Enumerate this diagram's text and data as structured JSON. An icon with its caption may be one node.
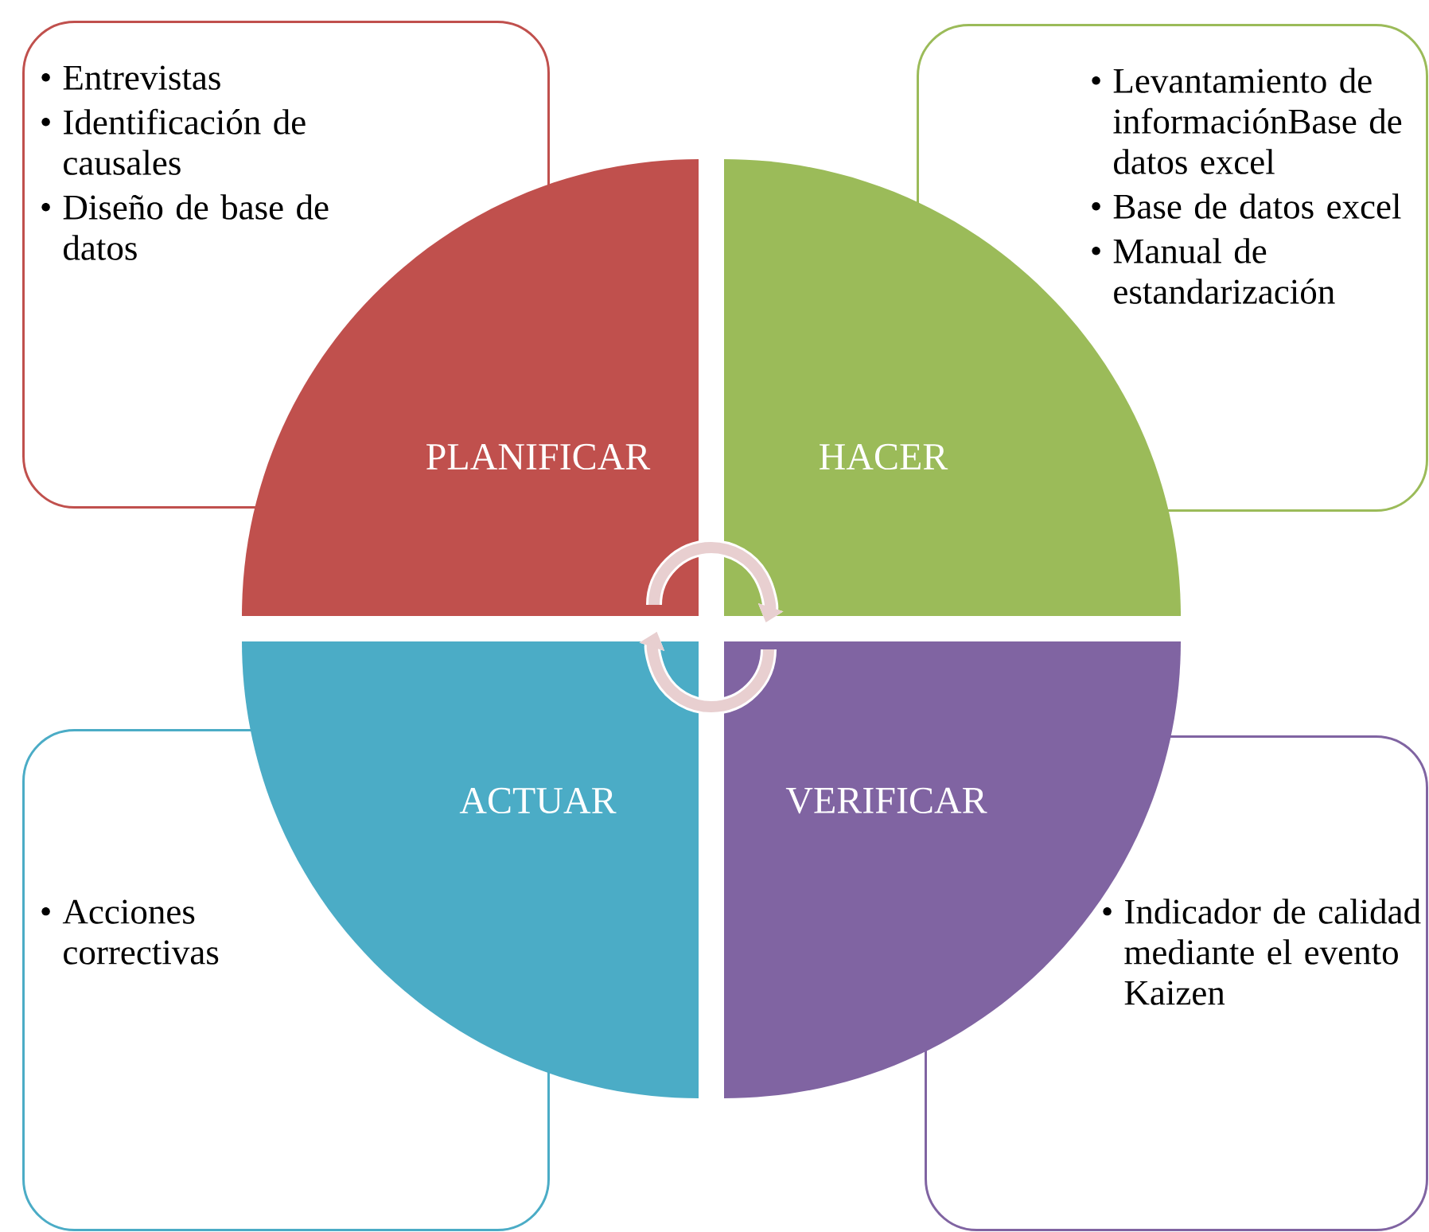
{
  "diagram": {
    "nodes": [
      {
        "text": [
          "Entrevistas",
          "Identificación de causales",
          "Diseño de base de datos"
        ]
      },
      {
        "text": [
          "Levantamiento de informaciónBase de datos excel",
          "Base de datos excel",
          "Manual de estandarización"
        ]
      },
      {
        "text": [
          "Acciones correctivas"
        ]
      },
      {
        "text": [
          "Indicador de calidad mediante el evento Kaizen"
        ]
      },
      {
        "text": [
          "PLANIFICAR"
        ]
      },
      {
        "text": [
          "HACER"
        ]
      },
      {
        "text": [
          "ACTUAR"
        ]
      },
      {
        "text": [
          "VERIFICAR"
        ]
      }
    ],
    "edges": [
      {
        "from": 4,
        "to": 5,
        "arrow": "to"
      },
      {
        "from": 7,
        "to": 6,
        "arrow": "to"
      }
    ]
  }
}
